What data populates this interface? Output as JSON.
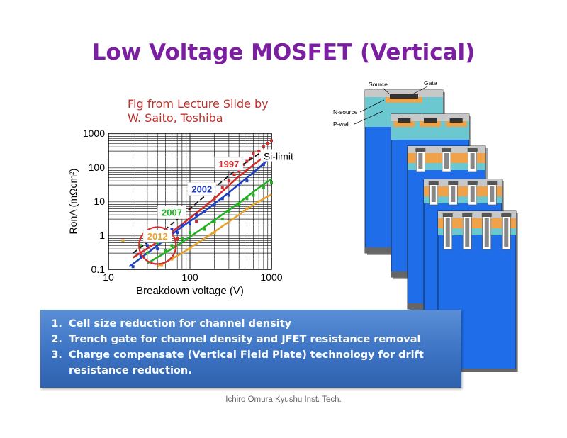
{
  "title": "Low Voltage MOSFET (Vertical)",
  "caption": {
    "line1": "Fig from Lecture Slide by",
    "line2": "W. Saito, Toshiba"
  },
  "chart_data": {
    "type": "scatter",
    "title": "",
    "xlabel": "Breakdown voltage (V)",
    "ylabel": "RonA   (mΩcm²)",
    "xscale": "log",
    "yscale": "log",
    "xlim": [
      10,
      1000
    ],
    "ylim": [
      0.1,
      1000
    ],
    "x_ticks": [
      "10",
      "100",
      "1000"
    ],
    "y_ticks": [
      "0.1",
      "1",
      "10",
      "100",
      "1000"
    ],
    "grid": true,
    "annotations": [
      {
        "text": "Si-limit",
        "x": 800,
        "y": 200
      },
      {
        "text": "1997",
        "x": 300,
        "y": 120,
        "color": "#d42a2a"
      },
      {
        "text": "2002",
        "x": 140,
        "y": 22,
        "color": "#1f3fbf"
      },
      {
        "text": "2007",
        "x": 60,
        "y": 4.5,
        "color": "#22b022"
      },
      {
        "text": "2012",
        "x": 40,
        "y": 0.9,
        "color": "#e8a12a"
      }
    ],
    "series": [
      {
        "color": "#d42a2a",
        "trend": [
          [
            20,
            0.22
          ],
          [
            50,
            0.9
          ],
          [
            100,
            3.2
          ],
          [
            200,
            12
          ],
          [
            400,
            55
          ],
          [
            800,
            200
          ],
          [
            1000,
            330
          ]
        ],
        "points": [
          [
            80,
            4
          ],
          [
            100,
            6
          ],
          [
            120,
            2.5
          ],
          [
            160,
            20
          ],
          [
            200,
            12
          ],
          [
            250,
            25
          ],
          [
            300,
            40
          ],
          [
            350,
            60
          ],
          [
            400,
            80
          ],
          [
            450,
            120
          ],
          [
            500,
            150
          ],
          [
            550,
            180
          ],
          [
            600,
            250
          ],
          [
            700,
            300
          ],
          [
            800,
            400
          ],
          [
            900,
            500
          ],
          [
            1000,
            600
          ],
          [
            60,
            1.2
          ],
          [
            70,
            0.8
          ]
        ]
      },
      {
        "color": "#1f3fbf",
        "trend": [
          [
            18,
            0.12
          ],
          [
            40,
            0.5
          ],
          [
            80,
            1.8
          ],
          [
            150,
            5
          ],
          [
            300,
            18
          ],
          [
            600,
            70
          ],
          [
            1000,
            200
          ]
        ],
        "points": [
          [
            20,
            0.12
          ],
          [
            25,
            0.25
          ],
          [
            30,
            0.5
          ],
          [
            35,
            0.8
          ],
          [
            40,
            0.4
          ],
          [
            45,
            1.0
          ],
          [
            50,
            0.7
          ],
          [
            60,
            1.5
          ],
          [
            70,
            1.2
          ],
          [
            80,
            2.0
          ],
          [
            100,
            2.2
          ],
          [
            120,
            4
          ],
          [
            150,
            5
          ],
          [
            200,
            8
          ],
          [
            250,
            12
          ],
          [
            300,
            15
          ],
          [
            400,
            30
          ],
          [
            500,
            40
          ],
          [
            600,
            70
          ],
          [
            800,
            120
          ],
          [
            1000,
            200
          ]
        ]
      },
      {
        "color": "#22b022",
        "trend": [
          [
            30,
            0.15
          ],
          [
            60,
            0.4
          ],
          [
            100,
            0.9
          ],
          [
            200,
            2.8
          ],
          [
            400,
            9
          ],
          [
            700,
            25
          ],
          [
            1000,
            45
          ]
        ],
        "points": [
          [
            25,
            0.5
          ],
          [
            30,
            0.3
          ],
          [
            40,
            0.6
          ],
          [
            50,
            0.35
          ],
          [
            60,
            0.5
          ],
          [
            80,
            0.8
          ],
          [
            100,
            1.2
          ],
          [
            150,
            1.5
          ],
          [
            200,
            2.5
          ],
          [
            250,
            3
          ],
          [
            300,
            5
          ],
          [
            400,
            8
          ],
          [
            500,
            12
          ],
          [
            600,
            15
          ],
          [
            800,
            25
          ],
          [
            1000,
            35
          ]
        ]
      },
      {
        "color": "#e8a12a",
        "trend": [
          [
            40,
            0.12
          ],
          [
            80,
            0.3
          ],
          [
            150,
            0.8
          ],
          [
            300,
            2.5
          ],
          [
            600,
            8
          ],
          [
            1000,
            16
          ]
        ],
        "points": [
          [
            15,
            0.7
          ],
          [
            45,
            0.13
          ],
          [
            60,
            0.2
          ],
          [
            100,
            0.4
          ],
          [
            200,
            1.2
          ],
          [
            500,
            6
          ]
        ]
      }
    ],
    "si_limit": [
      [
        20,
        0.3
      ],
      [
        50,
        1.5
      ],
      [
        100,
        6
      ],
      [
        200,
        25
      ],
      [
        400,
        100
      ],
      [
        700,
        250
      ],
      [
        1000,
        330
      ]
    ],
    "highlight_circle": {
      "x": 40,
      "y": 0.5,
      "color": "#d42a2a"
    }
  },
  "diagram": {
    "labels": {
      "source": "Source",
      "gate": "Gate",
      "n_source": "N-source",
      "p_well": "P-well"
    },
    "colors": {
      "drift": "#1f6de8",
      "pwell": "#6cc8d0",
      "nsource": "#f0a24a",
      "metal": "#c8c8c8",
      "substrate": "#666666",
      "gate": "#ffffff"
    }
  },
  "bullets": [
    "Cell size reduction for channel density",
    "Trench gate for channel density and JFET resistance removal",
    "Charge compensate (Vertical Field Plate) technology for drift resistance reduction."
  ],
  "footer": "Ichiro Omura Kyushu Inst. Tech."
}
